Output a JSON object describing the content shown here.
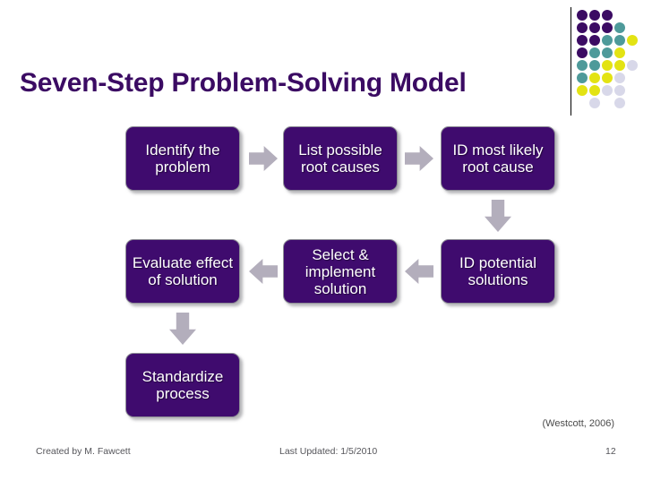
{
  "slide": {
    "title": "Seven-Step Problem-Solving Model",
    "citation": "(Westcott, 2006)",
    "background_color": "#FFFFFF",
    "title_color": "#3B0B63"
  },
  "decoration": {
    "rule_color": "#000000",
    "palette": {
      "purple": "#3B0B63",
      "teal": "#4E9A9A",
      "yellow": "#E3E313",
      "lavender": "#D8D8E9"
    },
    "dot_grid": [
      [
        "purple",
        "purple",
        "purple",
        null,
        null,
        null
      ],
      [
        "purple",
        "purple",
        "purple",
        "teal",
        null,
        null
      ],
      [
        "purple",
        "purple",
        "teal",
        "teal",
        "yellow",
        null
      ],
      [
        "purple",
        "teal",
        "teal",
        "yellow",
        null,
        null
      ],
      [
        "teal",
        "teal",
        "yellow",
        "yellow",
        "lavender",
        null
      ],
      [
        "teal",
        "yellow",
        "yellow",
        "lavender",
        null,
        null
      ],
      [
        "yellow",
        "yellow",
        "lavender",
        "lavender",
        null,
        null
      ],
      [
        null,
        "lavender",
        null,
        "lavender",
        null,
        null
      ]
    ]
  },
  "flowchart": {
    "type": "process-flow",
    "node_fill": "#3F0B6E",
    "node_text_color": "#FFFFFF",
    "arrow_color": "#B3AEBC",
    "steps": [
      {
        "order": 1,
        "label": "Identify the problem"
      },
      {
        "order": 2,
        "label": "List possible root causes"
      },
      {
        "order": 3,
        "label": "ID most likely root cause"
      },
      {
        "order": 4,
        "label": "ID potential solutions"
      },
      {
        "order": 5,
        "label": "Select & implement solution"
      },
      {
        "order": 6,
        "label": "Evaluate effect of solution"
      },
      {
        "order": 7,
        "label": "Standardize process"
      }
    ],
    "connectors": [
      {
        "from": 1,
        "to": 2,
        "direction": "right"
      },
      {
        "from": 2,
        "to": 3,
        "direction": "right"
      },
      {
        "from": 3,
        "to": 4,
        "direction": "down"
      },
      {
        "from": 4,
        "to": 5,
        "direction": "left"
      },
      {
        "from": 5,
        "to": 6,
        "direction": "left"
      },
      {
        "from": 6,
        "to": 7,
        "direction": "down"
      }
    ]
  },
  "footer": {
    "created_by": "Created by M. Fawcett",
    "last_updated": "Last Updated: 1/5/2010",
    "page_number": "12"
  }
}
